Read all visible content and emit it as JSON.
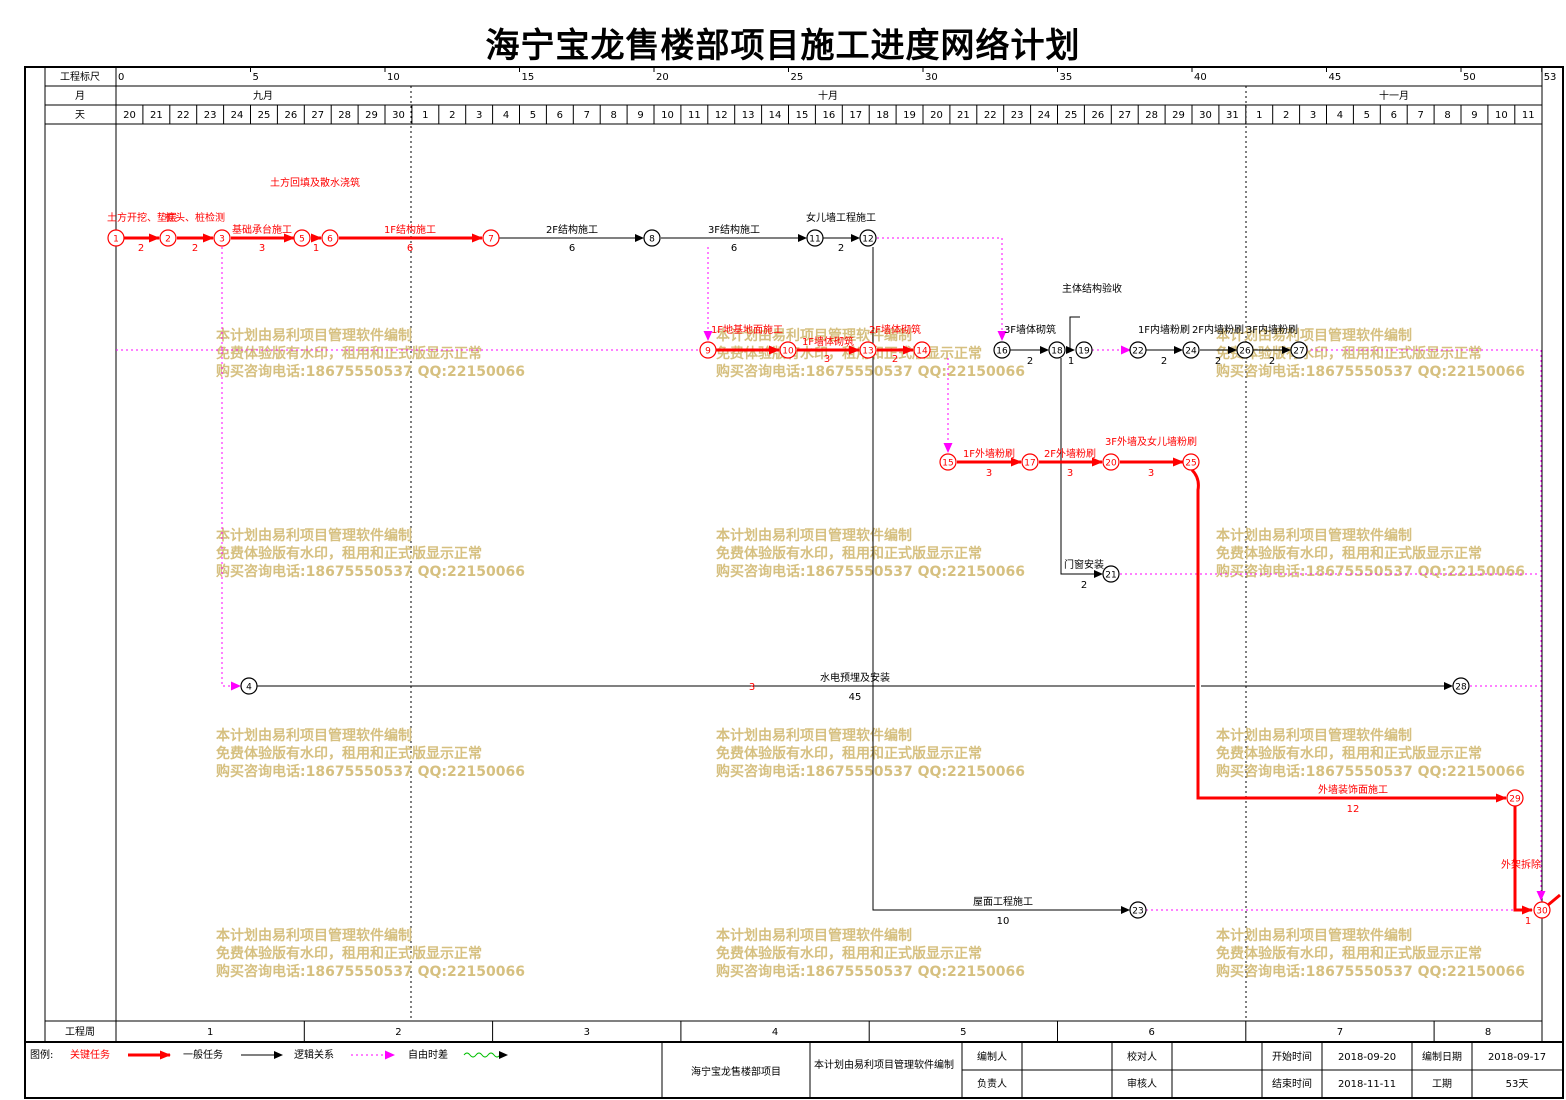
{
  "title": "海宁宝龙售楼部项目施工进度网络计划",
  "header": {
    "scale_label": "工程标尺",
    "scale_ticks": [
      "0",
      "5",
      "10",
      "15",
      "20",
      "25",
      "30",
      "35",
      "40",
      "45",
      "50",
      "53"
    ],
    "month_label": "月",
    "months": [
      "九月",
      "十月",
      "十一月"
    ],
    "day_label": "天",
    "days": [
      "20",
      "21",
      "22",
      "23",
      "24",
      "25",
      "26",
      "27",
      "28",
      "29",
      "30",
      "1",
      "2",
      "3",
      "4",
      "5",
      "6",
      "7",
      "8",
      "9",
      "10",
      "11",
      "12",
      "13",
      "14",
      "15",
      "16",
      "17",
      "18",
      "19",
      "20",
      "21",
      "22",
      "23",
      "24",
      "25",
      "26",
      "27",
      "28",
      "29",
      "30",
      "31",
      "1",
      "2",
      "3",
      "4",
      "5",
      "6",
      "7",
      "8",
      "9",
      "10",
      "11"
    ],
    "week_label": "工程周",
    "weeks": [
      "1",
      "2",
      "3",
      "4",
      "5",
      "6",
      "7",
      "8"
    ]
  },
  "colors": {
    "critical": "#ff0000",
    "normal": "#000000",
    "logic": "#ff00ff",
    "watermark": "#d4bd7a"
  },
  "network": {
    "nodes": [
      "1",
      "2",
      "3",
      "4",
      "5",
      "6",
      "7",
      "8",
      "9",
      "10",
      "11",
      "12",
      "13",
      "14",
      "15",
      "16",
      "17",
      "18",
      "19",
      "20",
      "21",
      "22",
      "23",
      "24",
      "25",
      "26",
      "27",
      "28",
      "29",
      "30"
    ],
    "tasks": [
      {
        "name": "土方开挖、垫层",
        "dur": "2",
        "critical": true
      },
      {
        "name": "桩头、桩检测",
        "dur": "2",
        "critical": true
      },
      {
        "name": "基础承台施工",
        "dur": "3",
        "critical": true
      },
      {
        "name": "土方回填及散水浇筑",
        "dur": "1",
        "critical": true
      },
      {
        "name": "1F结构施工",
        "dur": "6",
        "critical": true
      },
      {
        "name": "2F结构施工",
        "dur": "6",
        "critical": false
      },
      {
        "name": "3F结构施工",
        "dur": "6",
        "critical": false
      },
      {
        "name": "女儿墙工程施工",
        "dur": "2",
        "critical": false
      },
      {
        "name": "1F地基地面施工",
        "dur": "3",
        "critical": true
      },
      {
        "name": "1F墙体砌筑",
        "dur": "3",
        "critical": true
      },
      {
        "name": "2F墙体砌筑",
        "dur": "2",
        "critical": true
      },
      {
        "name": "3F墙体砌筑",
        "dur": "2",
        "critical": false
      },
      {
        "name": "主体结构验收",
        "dur": "1",
        "critical": false
      },
      {
        "name": "1F内墙粉刷",
        "dur": "2",
        "critical": false
      },
      {
        "name": "2F内墙粉刷",
        "dur": "2",
        "critical": false
      },
      {
        "name": "3F内墙粉刷",
        "dur": "2",
        "critical": false
      },
      {
        "name": "1F外墙粉刷",
        "dur": "3",
        "critical": true
      },
      {
        "name": "2F外墙粉刷",
        "dur": "3",
        "critical": true
      },
      {
        "name": "3F外墙及女儿墙粉刷",
        "dur": "3",
        "critical": true
      },
      {
        "name": "门窗安装",
        "dur": "2",
        "critical": false
      },
      {
        "name": "水电预埋及安装",
        "dur": "45",
        "critical": false
      },
      {
        "name": "外墙装饰面施工",
        "dur": "12",
        "critical": true
      },
      {
        "name": "外架拆除",
        "dur": "1",
        "critical": true
      },
      {
        "name": "屋面工程施工",
        "dur": "10",
        "critical": false
      }
    ],
    "float_label": "3"
  },
  "watermark": {
    "line1": "本计划由易利项目管理软件编制",
    "line2": "免费体验版有水印，租用和正式版显示正常",
    "line3": "购买咨询电话:18675550537 QQ:22150066"
  },
  "legend": {
    "label": "图例:",
    "critical": "关键任务",
    "normal": "一般任务",
    "logic": "逻辑关系",
    "float": "自由时差"
  },
  "footer": {
    "project": "海宁宝龙售楼部项目",
    "software": "本计划由易利项目管理软件编制",
    "editor_label": "编制人",
    "editor": "",
    "checker_label": "校对人",
    "checker": "",
    "lead_label": "负责人",
    "lead": "",
    "reviewer_label": "审核人",
    "reviewer": "",
    "start_label": "开始时间",
    "start": "2018-09-20",
    "end_label": "结束时间",
    "end": "2018-11-11",
    "compile_label": "编制日期",
    "compile": "2018-09-17",
    "duration_label": "工期",
    "duration": "53天"
  }
}
